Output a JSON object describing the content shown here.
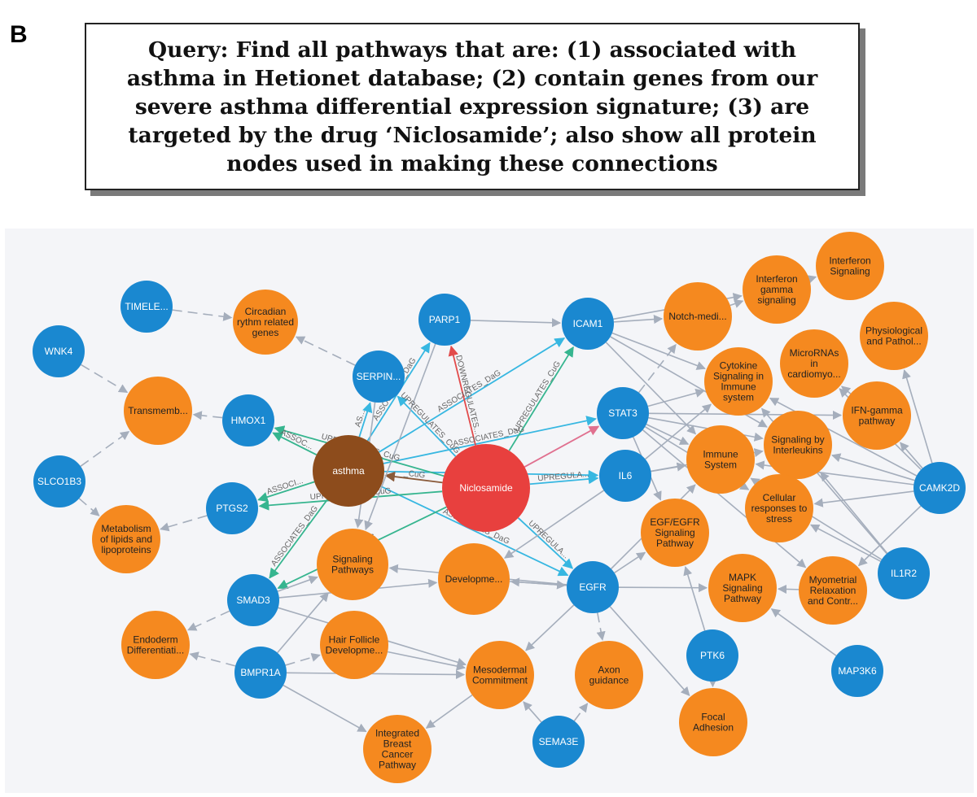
{
  "panel_label": "B",
  "query_text": "Query: Find all pathways that are: (1) associated with asthma in Hetionet database; (2) contain genes from our severe asthma differential expression signature; (3) are targeted by the drug ‘Niclosamide’; also show all protein nodes used in making these connections",
  "colors": {
    "gene": "#1a88d0",
    "pathway": "#f5891f",
    "disease": "#8d4c1c",
    "compound": "#e8403e",
    "edge_default": "#a5aebc",
    "edge_cyan": "#37b7e1",
    "edge_green": "#36b58f",
    "edge_pink": "#e0708f",
    "edge_red": "#e24b4b",
    "edge_brown": "#8a5a3a"
  },
  "nodes": [
    {
      "id": "timele",
      "label": [
        "TIMELE..."
      ],
      "kind": "gene"
    },
    {
      "id": "wnk4",
      "label": [
        "WNK4"
      ],
      "kind": "gene"
    },
    {
      "id": "slco1b3",
      "label": [
        "SLCO1B3"
      ],
      "kind": "gene"
    },
    {
      "id": "hmox1",
      "label": [
        "HMOX1"
      ],
      "kind": "gene"
    },
    {
      "id": "ptgs2",
      "label": [
        "PTGS2"
      ],
      "kind": "gene"
    },
    {
      "id": "serpin",
      "label": [
        "SERPIN..."
      ],
      "kind": "gene"
    },
    {
      "id": "parp1",
      "label": [
        "PARP1"
      ],
      "kind": "gene"
    },
    {
      "id": "icam1",
      "label": [
        "ICAM1"
      ],
      "kind": "gene"
    },
    {
      "id": "stat3",
      "label": [
        "STAT3"
      ],
      "kind": "gene"
    },
    {
      "id": "il6",
      "label": [
        "IL6"
      ],
      "kind": "gene"
    },
    {
      "id": "egfr",
      "label": [
        "EGFR"
      ],
      "kind": "gene"
    },
    {
      "id": "smad3",
      "label": [
        "SMAD3"
      ],
      "kind": "gene"
    },
    {
      "id": "bmpr1a",
      "label": [
        "BMPR1A"
      ],
      "kind": "gene"
    },
    {
      "id": "sema3e",
      "label": [
        "SEMA3E"
      ],
      "kind": "gene"
    },
    {
      "id": "ptk6",
      "label": [
        "PTK6"
      ],
      "kind": "gene"
    },
    {
      "id": "map3k6",
      "label": [
        "MAP3K6"
      ],
      "kind": "gene"
    },
    {
      "id": "il1r2",
      "label": [
        "IL1R2"
      ],
      "kind": "gene"
    },
    {
      "id": "camk2d",
      "label": [
        "CAMK2D"
      ],
      "kind": "gene"
    },
    {
      "id": "asthma",
      "label": [
        "asthma"
      ],
      "kind": "disease"
    },
    {
      "id": "niclosamide",
      "label": [
        "Niclosamide"
      ],
      "kind": "compound"
    },
    {
      "id": "circadian",
      "label": [
        "Circadian",
        "rythm related",
        "genes"
      ],
      "kind": "pathway"
    },
    {
      "id": "transmemb",
      "label": [
        "Transmemb..."
      ],
      "kind": "pathway"
    },
    {
      "id": "metabolism",
      "label": [
        "Metabolism",
        "of lipids and",
        "lipoproteins"
      ],
      "kind": "pathway"
    },
    {
      "id": "signaling",
      "label": [
        "Signaling",
        "Pathways"
      ],
      "kind": "pathway"
    },
    {
      "id": "developme",
      "label": [
        "Developme..."
      ],
      "kind": "pathway"
    },
    {
      "id": "endoderm",
      "label": [
        "Endoderm",
        "Differentiati..."
      ],
      "kind": "pathway"
    },
    {
      "id": "hairfollicle",
      "label": [
        "Hair Follicle",
        "Developme..."
      ],
      "kind": "pathway"
    },
    {
      "id": "mesodermal",
      "label": [
        "Mesodermal",
        "Commitment"
      ],
      "kind": "pathway"
    },
    {
      "id": "breastcancer",
      "label": [
        "Integrated",
        "Breast",
        "Cancer",
        "Pathway"
      ],
      "kind": "pathway"
    },
    {
      "id": "axon",
      "label": [
        "Axon",
        "guidance"
      ],
      "kind": "pathway"
    },
    {
      "id": "focal",
      "label": [
        "Focal",
        "Adhesion"
      ],
      "kind": "pathway"
    },
    {
      "id": "egfegfr",
      "label": [
        "EGF/EGFR",
        "Signaling",
        "Pathway"
      ],
      "kind": "pathway"
    },
    {
      "id": "immune",
      "label": [
        "Immune",
        "System"
      ],
      "kind": "pathway"
    },
    {
      "id": "cytokine",
      "label": [
        "Cytokine",
        "Signaling in",
        "Immune",
        "system"
      ],
      "kind": "pathway"
    },
    {
      "id": "notch",
      "label": [
        "Notch-medi..."
      ],
      "kind": "pathway"
    },
    {
      "id": "ifngamma",
      "label": [
        "Interferon",
        "gamma",
        "signaling"
      ],
      "kind": "pathway"
    },
    {
      "id": "ifnsignal",
      "label": [
        "Interferon",
        "Signaling"
      ],
      "kind": "pathway"
    },
    {
      "id": "physio",
      "label": [
        "Physiological",
        "and Pathol..."
      ],
      "kind": "pathway"
    },
    {
      "id": "microrna",
      "label": [
        "MicroRNAs",
        "in",
        "cardiomyo..."
      ],
      "kind": "pathway"
    },
    {
      "id": "ifnpath",
      "label": [
        "IFN-gamma",
        "pathway"
      ],
      "kind": "pathway"
    },
    {
      "id": "interleukins",
      "label": [
        "Signaling by",
        "Interleukins"
      ],
      "kind": "pathway"
    },
    {
      "id": "cellular",
      "label": [
        "Cellular",
        "responses to",
        "stress"
      ],
      "kind": "pathway"
    },
    {
      "id": "myometrial",
      "label": [
        "Myometrial",
        "Relaxation",
        "and Contr..."
      ],
      "kind": "pathway"
    },
    {
      "id": "mapk",
      "label": [
        "MAPK",
        "Signaling",
        "Pathway"
      ],
      "kind": "pathway"
    }
  ],
  "edges": [
    {
      "from": "timele",
      "to": "circadian",
      "style": "dashed"
    },
    {
      "from": "wnk4",
      "to": "transmemb",
      "style": "dashed"
    },
    {
      "from": "slco1b3",
      "to": "transmemb",
      "style": "dashed"
    },
    {
      "from": "slco1b3",
      "to": "metabolism",
      "style": "dashed"
    },
    {
      "from": "hmox1",
      "to": "transmemb",
      "style": "dashed"
    },
    {
      "from": "ptgs2",
      "to": "metabolism",
      "style": "dashed"
    },
    {
      "from": "serpin",
      "to": "circadian",
      "style": "dashed"
    },
    {
      "from": "asthma",
      "to": "hmox1",
      "color": "edge_green",
      "label": "ASSOC..."
    },
    {
      "from": "asthma",
      "to": "ptgs2",
      "color": "edge_green",
      "label": "ASSOCI..."
    },
    {
      "from": "asthma",
      "to": "serpin",
      "color": "edge_cyan",
      "label": "AS..."
    },
    {
      "from": "asthma",
      "to": "parp1",
      "color": "edge_cyan",
      "label": "ASSOCIATES_DaG"
    },
    {
      "from": "asthma",
      "to": "icam1",
      "color": "edge_cyan",
      "label": "ASSOCIATES_DaG"
    },
    {
      "from": "asthma",
      "to": "stat3",
      "color": "edge_cyan",
      "label": "ASSOCIATES_DaG"
    },
    {
      "from": "asthma",
      "to": "il6",
      "color": "edge_cyan",
      "label": ""
    },
    {
      "from": "asthma",
      "to": "egfr",
      "color": "edge_cyan",
      "label": "ASSOCIATES_DaG"
    },
    {
      "from": "asthma",
      "to": "smad3",
      "color": "edge_green",
      "label": "ASSOCIATES_DaG"
    },
    {
      "from": "niclosamide",
      "to": "parp1",
      "color": "edge_red",
      "label": "DOWNREGULATES..."
    },
    {
      "from": "niclosamide",
      "to": "icam1",
      "color": "edge_green",
      "label": "UPREGULATES_CuG"
    },
    {
      "from": "niclosamide",
      "to": "stat3",
      "color": "edge_pink",
      "label": ""
    },
    {
      "from": "niclosamide",
      "to": "il6",
      "color": "edge_cyan",
      "label": "UPREGULA..."
    },
    {
      "from": "niclosamide",
      "to": "egfr",
      "color": "edge_cyan",
      "label": "UPREGULA..."
    },
    {
      "from": "niclosamide",
      "to": "hmox1",
      "color": "edge_green",
      "label": "UPREGULATES_CuG"
    },
    {
      "from": "niclosamide",
      "to": "ptgs2",
      "color": "edge_green",
      "label": "UPREGULATES_CuG"
    },
    {
      "from": "niclosamide",
      "to": "serpin",
      "color": "edge_cyan",
      "label": "UPREGULATES_CuG"
    },
    {
      "from": "niclosamide",
      "to": "smad3",
      "color": "edge_green",
      "label": "...S_CuG"
    },
    {
      "from": "niclosamide",
      "to": "asthma",
      "color": "edge_brown",
      "label": "_CuG"
    },
    {
      "from": "parp1",
      "to": "signaling",
      "style": "solid"
    },
    {
      "from": "parp1",
      "to": "icam1",
      "style": "solid"
    },
    {
      "from": "serpin",
      "to": "signaling",
      "style": "solid"
    },
    {
      "from": "icam1",
      "to": "notch",
      "style": "solid"
    },
    {
      "from": "icam1",
      "to": "ifngamma",
      "style": "solid"
    },
    {
      "from": "icam1",
      "to": "cytokine",
      "style": "solid"
    },
    {
      "from": "icam1",
      "to": "immune",
      "style": "solid"
    },
    {
      "from": "icam1",
      "to": "interleukins",
      "style": "solid"
    },
    {
      "from": "stat3",
      "to": "cytokine",
      "style": "solid"
    },
    {
      "from": "stat3",
      "to": "interleukins",
      "style": "solid"
    },
    {
      "from": "stat3",
      "to": "immune",
      "style": "solid"
    },
    {
      "from": "stat3",
      "to": "notch",
      "style": "dashed"
    },
    {
      "from": "stat3",
      "to": "cellular",
      "style": "solid"
    },
    {
      "from": "stat3",
      "to": "ifnpath",
      "style": "solid"
    },
    {
      "from": "stat3",
      "to": "egfegfr",
      "style": "solid"
    },
    {
      "from": "stat3",
      "to": "myometrial",
      "style": "solid"
    },
    {
      "from": "il6",
      "to": "immune",
      "style": "solid"
    },
    {
      "from": "il6",
      "to": "cytokine",
      "style": "solid"
    },
    {
      "from": "il6",
      "to": "interleukins",
      "style": "solid"
    },
    {
      "from": "il6",
      "to": "developme",
      "style": "solid"
    },
    {
      "from": "egfr",
      "to": "egfegfr",
      "style": "solid"
    },
    {
      "from": "egfr",
      "to": "axon",
      "style": "dashed"
    },
    {
      "from": "egfr",
      "to": "developme",
      "style": "solid"
    },
    {
      "from": "egfr",
      "to": "signaling",
      "style": "solid"
    },
    {
      "from": "egfr",
      "to": "mesodermal",
      "style": "solid"
    },
    {
      "from": "egfr",
      "to": "focal",
      "style": "solid"
    },
    {
      "from": "egfr",
      "to": "mapk",
      "style": "solid"
    },
    {
      "from": "egfr",
      "to": "immune",
      "style": "solid"
    },
    {
      "from": "smad3",
      "to": "signaling",
      "style": "solid"
    },
    {
      "from": "smad3",
      "to": "endoderm",
      "style": "dashed"
    },
    {
      "from": "smad3",
      "to": "mesodermal",
      "style": "solid"
    },
    {
      "from": "smad3",
      "to": "developme",
      "style": "solid"
    },
    {
      "from": "bmpr1a",
      "to": "endoderm",
      "style": "dashed"
    },
    {
      "from": "bmpr1a",
      "to": "hairfollicle",
      "style": "dashed"
    },
    {
      "from": "bmpr1a",
      "to": "mesodermal",
      "style": "solid"
    },
    {
      "from": "bmpr1a",
      "to": "breastcancer",
      "style": "solid"
    },
    {
      "from": "bmpr1a",
      "to": "signaling",
      "style": "solid"
    },
    {
      "from": "hairfollicle",
      "to": "mesodermal",
      "style": "solid"
    },
    {
      "from": "sema3e",
      "to": "axon",
      "style": "dashed"
    },
    {
      "from": "sema3e",
      "to": "mesodermal",
      "style": "solid"
    },
    {
      "from": "mesodermal",
      "to": "breastcancer",
      "style": "solid"
    },
    {
      "from": "ptk6",
      "to": "focal",
      "style": "dashed"
    },
    {
      "from": "ptk6",
      "to": "egfegfr",
      "style": "solid"
    },
    {
      "from": "map3k6",
      "to": "mapk",
      "style": "solid"
    },
    {
      "from": "il1r2",
      "to": "cellular",
      "style": "solid"
    },
    {
      "from": "il1r2",
      "to": "interleukins",
      "style": "solid"
    },
    {
      "from": "il1r2",
      "to": "immune",
      "style": "solid"
    },
    {
      "from": "il1r2",
      "to": "cytokine",
      "style": "solid"
    },
    {
      "from": "camk2d",
      "to": "ifnpath",
      "style": "solid"
    },
    {
      "from": "camk2d",
      "to": "physio",
      "style": "solid"
    },
    {
      "from": "camk2d",
      "to": "microrna",
      "style": "solid"
    },
    {
      "from": "camk2d",
      "to": "immune",
      "style": "solid"
    },
    {
      "from": "camk2d",
      "to": "interleukins",
      "style": "solid"
    },
    {
      "from": "camk2d",
      "to": "cellular",
      "style": "solid"
    },
    {
      "from": "camk2d",
      "to": "myometrial",
      "style": "solid"
    },
    {
      "from": "camk2d",
      "to": "cytokine",
      "style": "solid"
    },
    {
      "from": "ifngamma",
      "to": "ifnsignal",
      "style": "solid"
    },
    {
      "from": "notch",
      "to": "ifngamma",
      "style": "solid"
    },
    {
      "from": "ifnpath",
      "to": "microrna",
      "style": "solid"
    },
    {
      "from": "myometrial",
      "to": "mapk",
      "style": "solid"
    },
    {
      "from": "developme",
      "to": "egfr",
      "style": "solid"
    }
  ]
}
